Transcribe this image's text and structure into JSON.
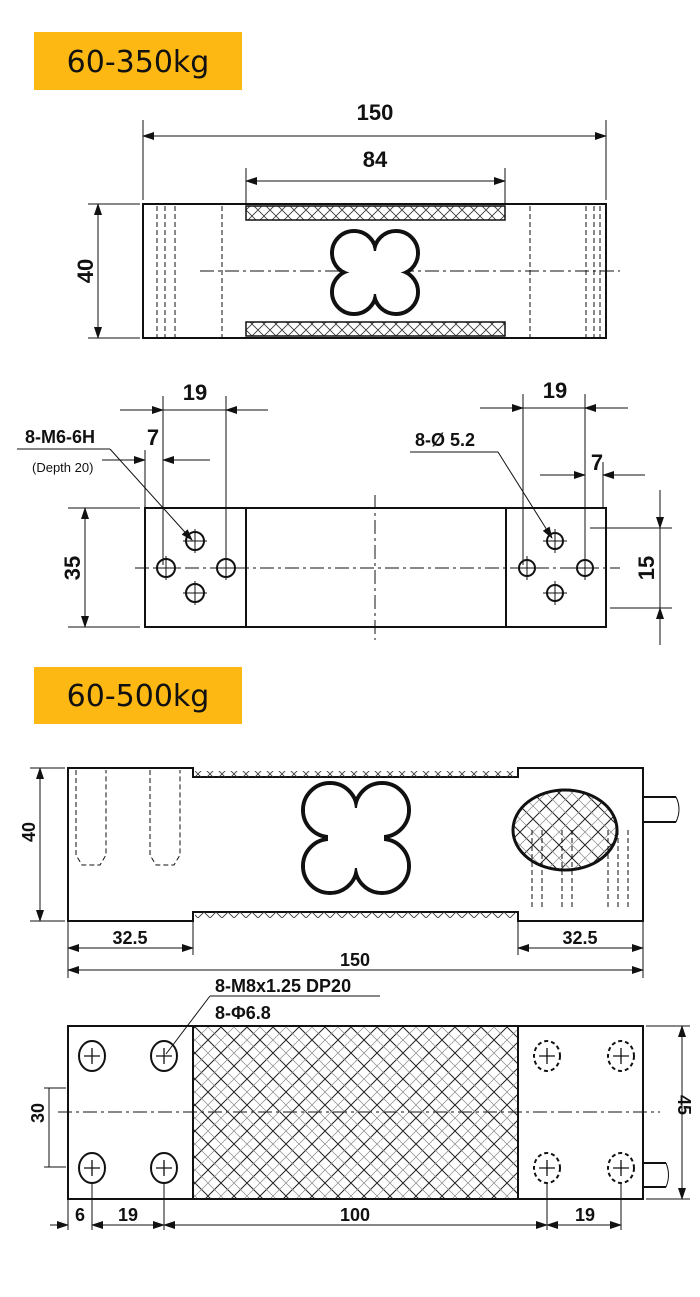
{
  "sections": [
    {
      "badge": "60-350kg",
      "side_view": {
        "length": "150",
        "recess": "84",
        "height": "40"
      },
      "top_view": {
        "hole_spacing_left": "19",
        "edge_offset_left": "7",
        "thread_label": "8-M6-6H",
        "depth_label": "(Depth 20)",
        "hole_spacing_right": "19",
        "edge_offset_right": "7",
        "hole_label": "8-Ø 5.2",
        "width": "35",
        "hole_offset": "15"
      }
    },
    {
      "badge": "60-500kg",
      "side_view": {
        "height": "40",
        "left_block": "32.5",
        "right_block": "32.5",
        "length": "150"
      },
      "top_view": {
        "thread_label": "8-M8x1.25 DP20",
        "hole_label": "8-Φ6.8",
        "hole_spacing_vertical": "30",
        "width": "45",
        "edge_offset": "6",
        "hole_spacing_left": "19",
        "center_span": "100",
        "hole_spacing_right": "19"
      }
    }
  ],
  "colors": {
    "badge": "#fdb813",
    "line": "#111111"
  }
}
